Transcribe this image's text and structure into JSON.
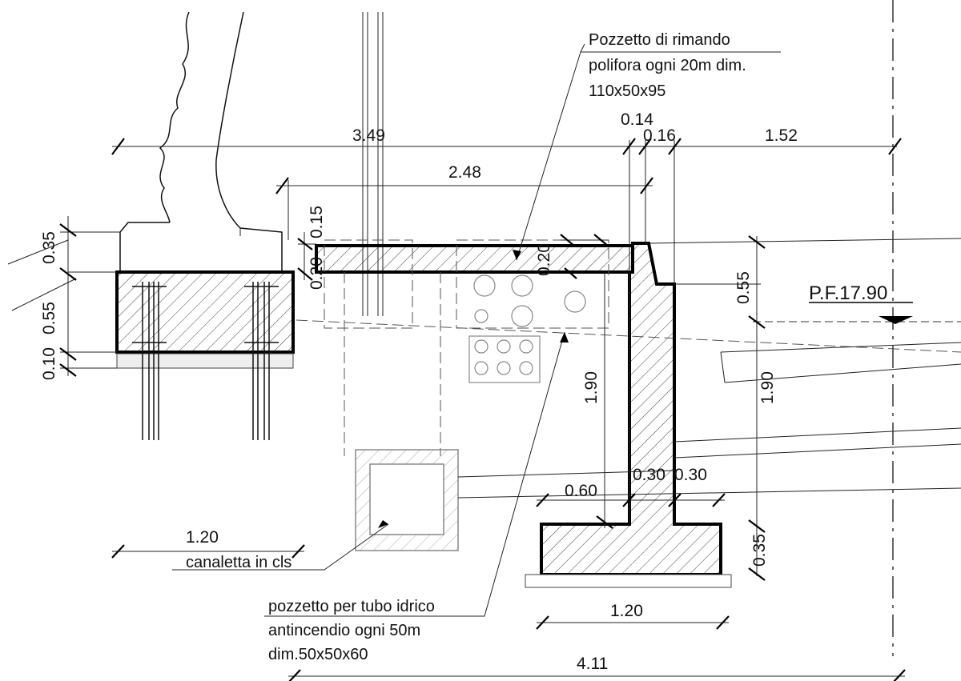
{
  "dimensions": {
    "d_349": "3.49",
    "d_014": "0.14",
    "d_016": "0.16",
    "d_152": "1.52",
    "d_248": "2.48",
    "d_015": "0.15",
    "d_020a": "0.20",
    "d_020b": "0.20",
    "d_035a": "0.35",
    "d_055a": "0.55",
    "d_010": "0.10",
    "d_055b": "0.55",
    "d_190a": "1.90",
    "d_190b": "1.90",
    "d_060": "0.60",
    "d_030a": "0.30",
    "d_030b": "0.30",
    "d_035b": "0.35",
    "d_120a": "1.20",
    "d_120b": "1.20",
    "d_411": "4.11"
  },
  "level": "P.F.17.90",
  "notes": {
    "pozzetto_rimando": [
      "Pozzetto di rimando",
      "polifora ogni 20m dim.",
      "110x50x95"
    ],
    "canaletta": "canaletta in cls",
    "pozzetto_idrico": [
      "pozzetto per tubo idrico",
      "antincendio ogni 50m",
      "dim.50x50x60"
    ]
  }
}
